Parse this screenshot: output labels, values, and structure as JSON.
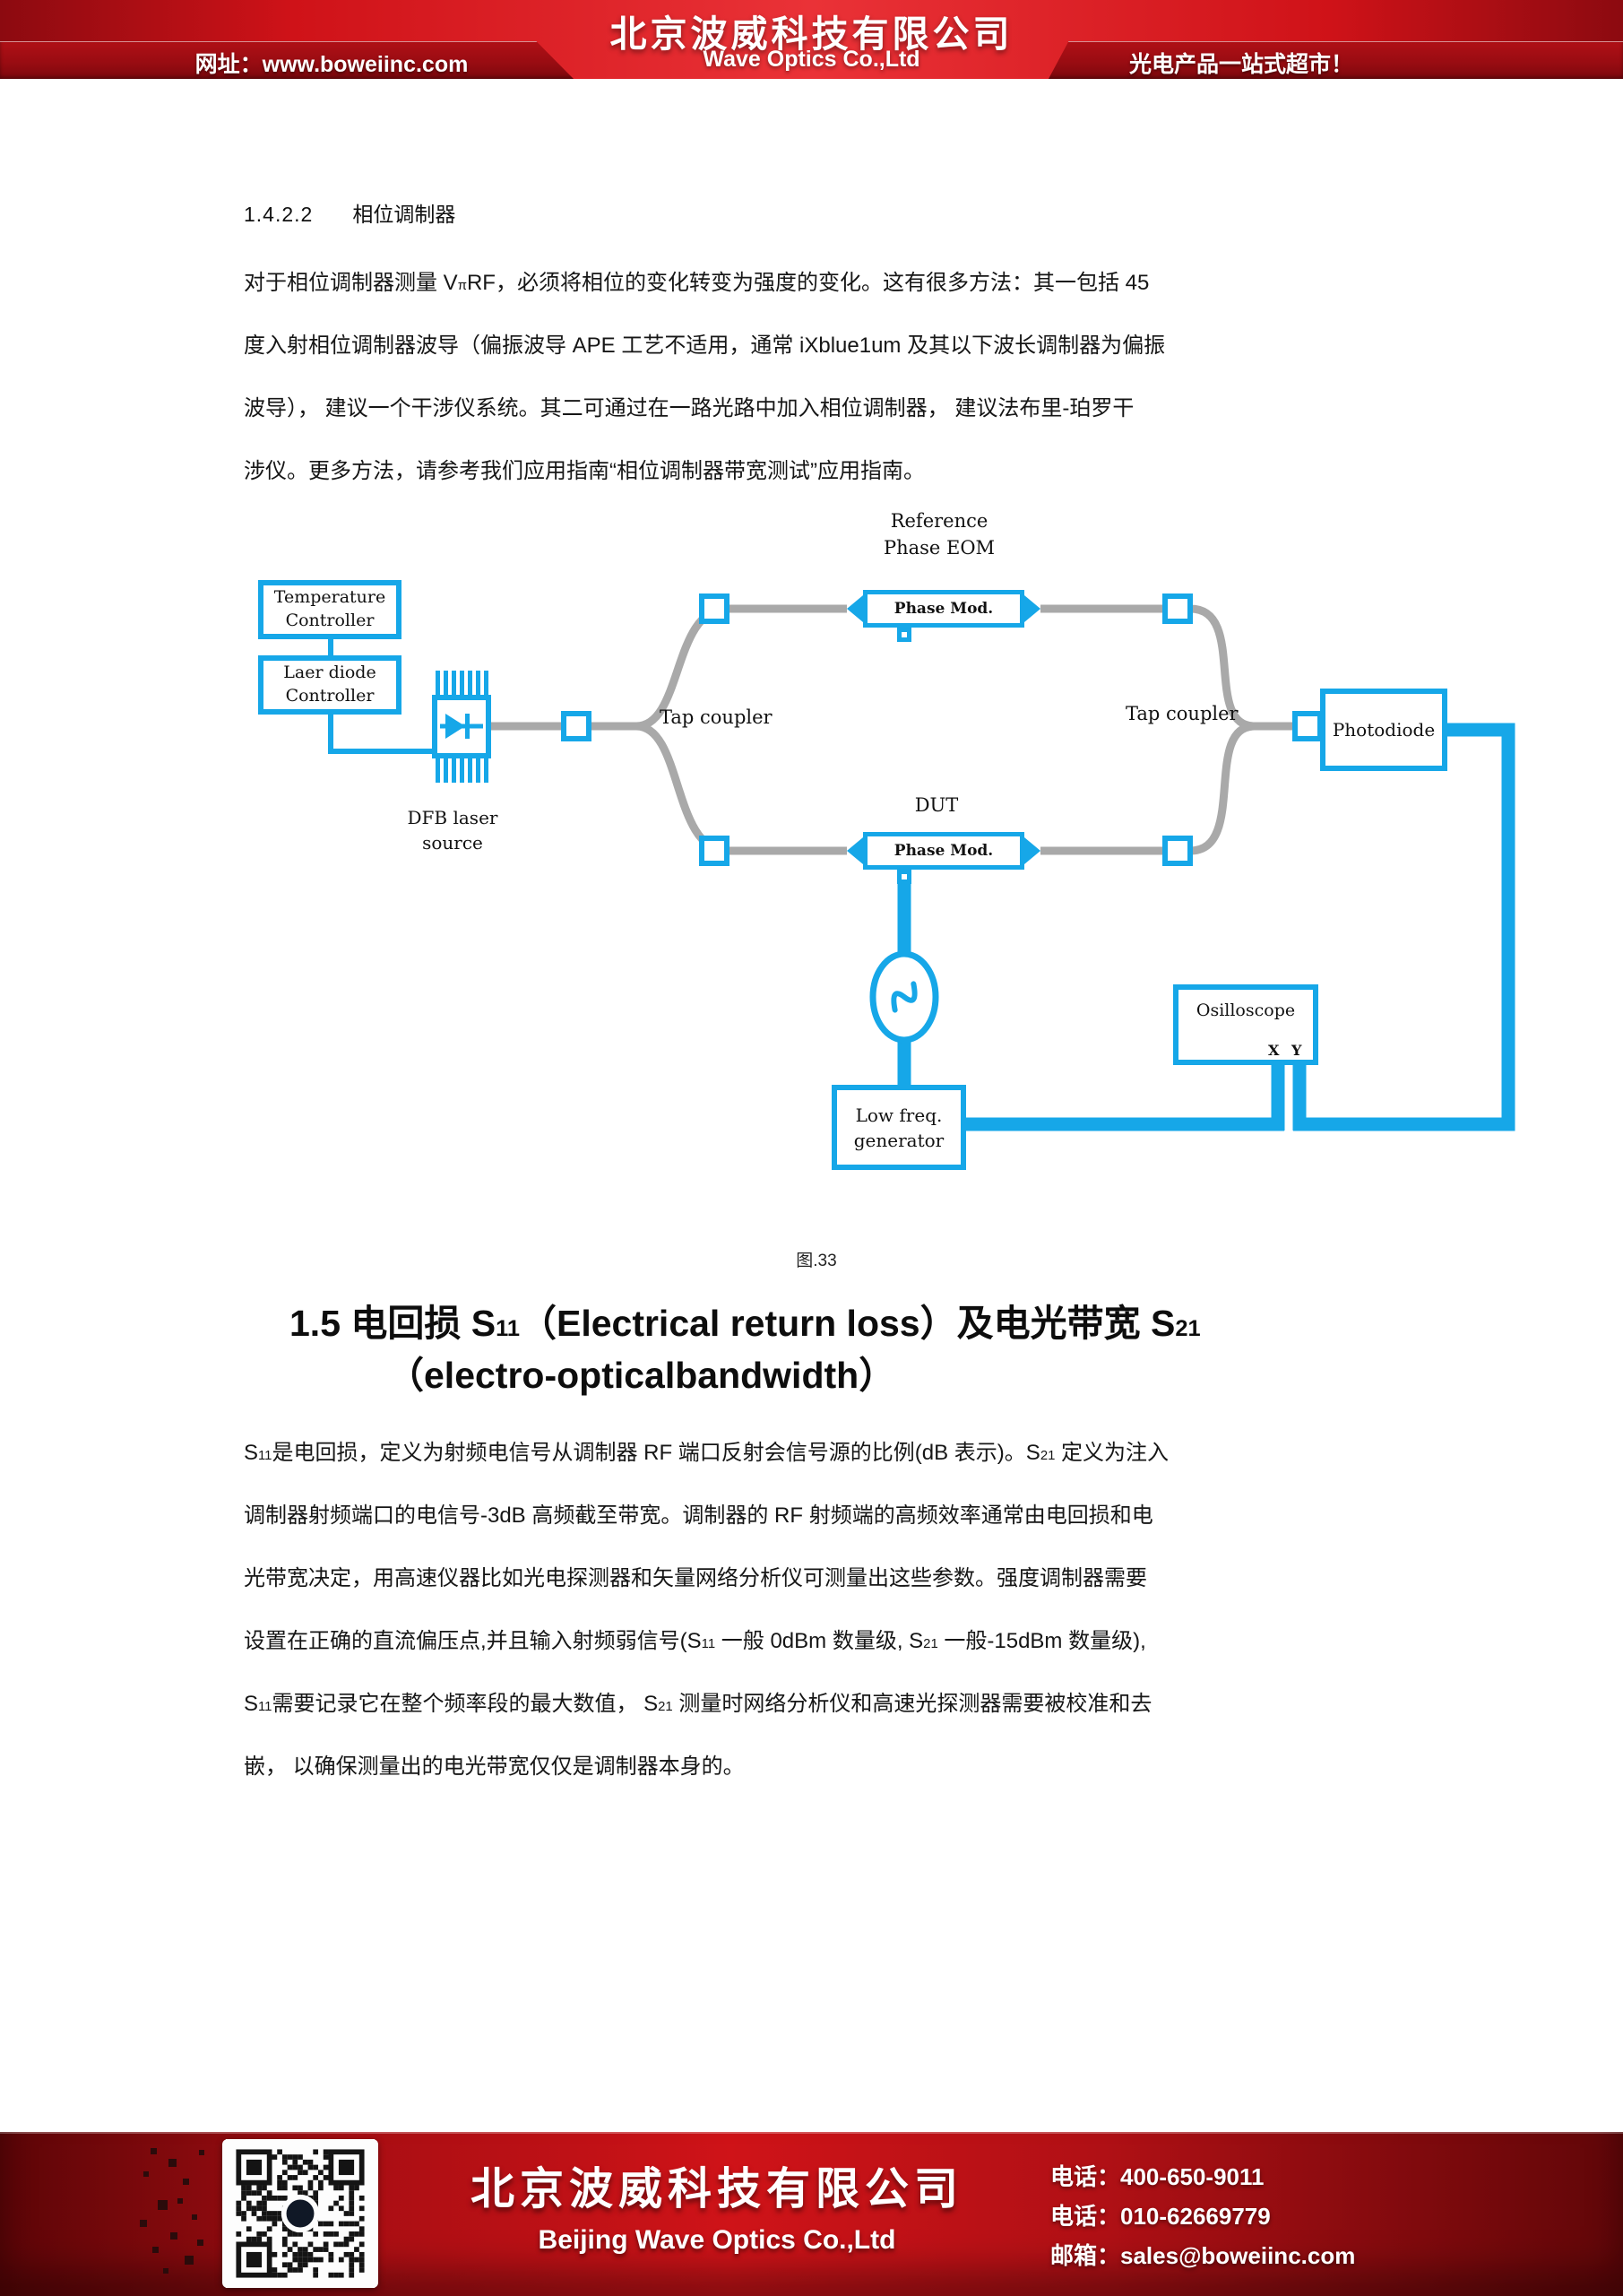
{
  "header": {
    "company_cn": "北京波威科技有限公司",
    "company_en": "Wave Optics Co.,Ltd",
    "website": "网址：www.boweiinc.com",
    "slogan": "光电产品一站式超市！"
  },
  "section1": {
    "number": "1.4.2.2",
    "title": "相位调制器"
  },
  "para1_lines": [
    [
      {
        "t": "对于相位调制器测量 V"
      },
      {
        "t": "π",
        "sub": true
      },
      {
        "t": "RF，必须将相位的变化转变为强度的变化。这有很多方法：其一包括 45"
      }
    ],
    [
      {
        "t": "度入射相位调制器波导（偏振波导 APE 工艺不适用，通常 iXblue1um 及其以下波长调制器为偏振"
      }
    ],
    [
      {
        "t": "波导）， 建议一个干涉仪系统。其二可通过在一路光路中加入相位调制器， 建议法布里-珀罗干"
      }
    ],
    [
      {
        "t": "涉仪。更多方法，请参考我们应用指南“相位调制器带宽测试”应用指南。"
      }
    ]
  ],
  "figure": {
    "caption": "图.33",
    "colors": {
      "blue": "#16A7E8",
      "gray": "#A9A9A9"
    },
    "labels": {
      "reference": [
        "Reference",
        "Phase EOM"
      ],
      "temp_controller": [
        "Temperature",
        "Controller"
      ],
      "laser_controller": [
        "Laer diode",
        "Controller"
      ],
      "dfb": [
        "DFB laser",
        "source"
      ],
      "tap_coupler_left": "Tap coupler",
      "tap_coupler_right": "Tap coupler",
      "phase_mod_top": "Phase Mod.",
      "phase_mod_bottom": "Phase Mod.",
      "dut": "DUT",
      "photodiode": "Photodiode",
      "oscilloscope": "Osilloscope",
      "osc_x": "X",
      "osc_y": "Y",
      "low_freq": [
        "Low freq.",
        "generator"
      ]
    }
  },
  "section2": {
    "title_line1": [
      {
        "t": "1.5 电回损 S"
      },
      {
        "t": "11",
        "sub": true
      },
      {
        "t": "（Electrical return loss）及电光带宽 S"
      },
      {
        "t": "21",
        "sub": true
      }
    ],
    "title_line2": [
      {
        "t": "（electro-opticalbandwidth）"
      }
    ]
  },
  "para2_lines": [
    [
      {
        "t": "S"
      },
      {
        "t": "11",
        "sub": true
      },
      {
        "t": "是电回损，定义为射频电信号从调制器 RF 端口反射会信号源的比例(dB 表示)。S"
      },
      {
        "t": "21",
        "sub": true
      },
      {
        "t": " 定义为注入"
      }
    ],
    [
      {
        "t": "调制器射频端口的电信号-3dB 高频截至带宽。调制器的 RF 射频端的高频效率通常由电回损和电"
      }
    ],
    [
      {
        "t": "光带宽决定，用高速仪器比如光电探测器和矢量网络分析仪可测量出这些参数。强度调制器需要"
      }
    ],
    [
      {
        "t": "设置在正确的直流偏压点,并且输入射频弱信号(S"
      },
      {
        "t": "11",
        "sub": true
      },
      {
        "t": " 一般 0dBm 数量级, S"
      },
      {
        "t": "21",
        "sub": true
      },
      {
        "t": " 一般-15dBm 数量级),"
      }
    ],
    [
      {
        "t": "S"
      },
      {
        "t": "11",
        "sub": true
      },
      {
        "t": "需要记录它在整个频率段的最大数值， S"
      },
      {
        "t": "21",
        "sub": true
      },
      {
        "t": " 测量时网络分析仪和高速光探测器需要被校准和去"
      }
    ],
    [
      {
        "t": "嵌， 以确保测量出的电光带宽仅仅是调制器本身的。"
      }
    ]
  ],
  "footer": {
    "company_cn": "北京波威科技有限公司",
    "company_en": "Beijing Wave Optics Co.,Ltd",
    "contacts": [
      "电话：400-650-9011",
      "电话：010-62669779",
      "邮箱：sales@boweiinc.com"
    ]
  }
}
